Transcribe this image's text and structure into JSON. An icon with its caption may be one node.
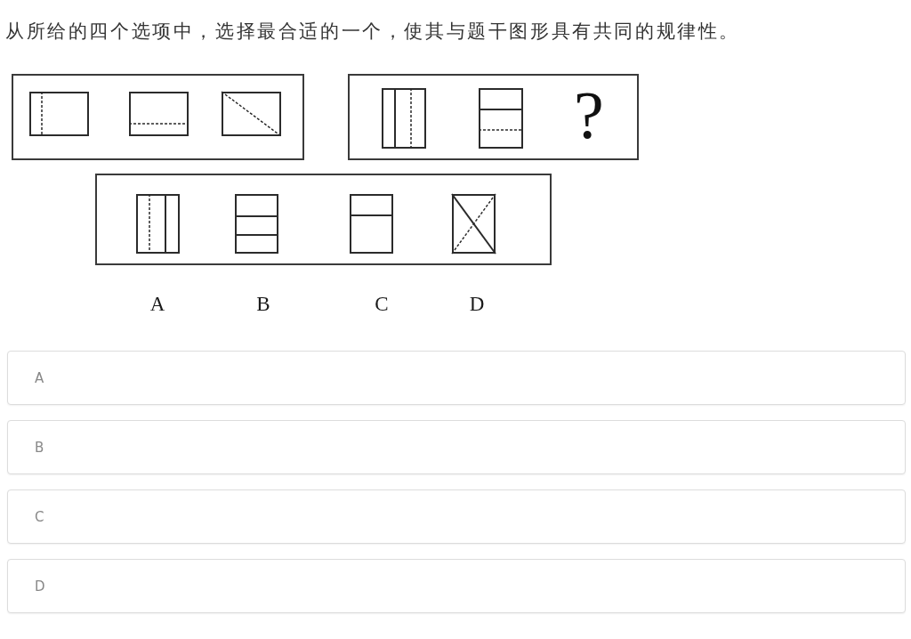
{
  "diagram": {
    "title": "从所给的四个选项中，选择最合适的一个，使其与题干图形具有共同的规律性。",
    "nodes": [
      {
        "text": [],
        "shape": "box"
      },
      {
        "text": [
          "?"
        ]
      },
      {
        "text": [],
        "shape": "box"
      },
      {
        "text": [
          "A"
        ]
      },
      {
        "text": [
          "B"
        ]
      },
      {
        "text": [
          "C"
        ]
      },
      {
        "text": [
          "D"
        ]
      }
    ],
    "labels": [
      "A",
      "B",
      "C",
      "D"
    ]
  }
}
